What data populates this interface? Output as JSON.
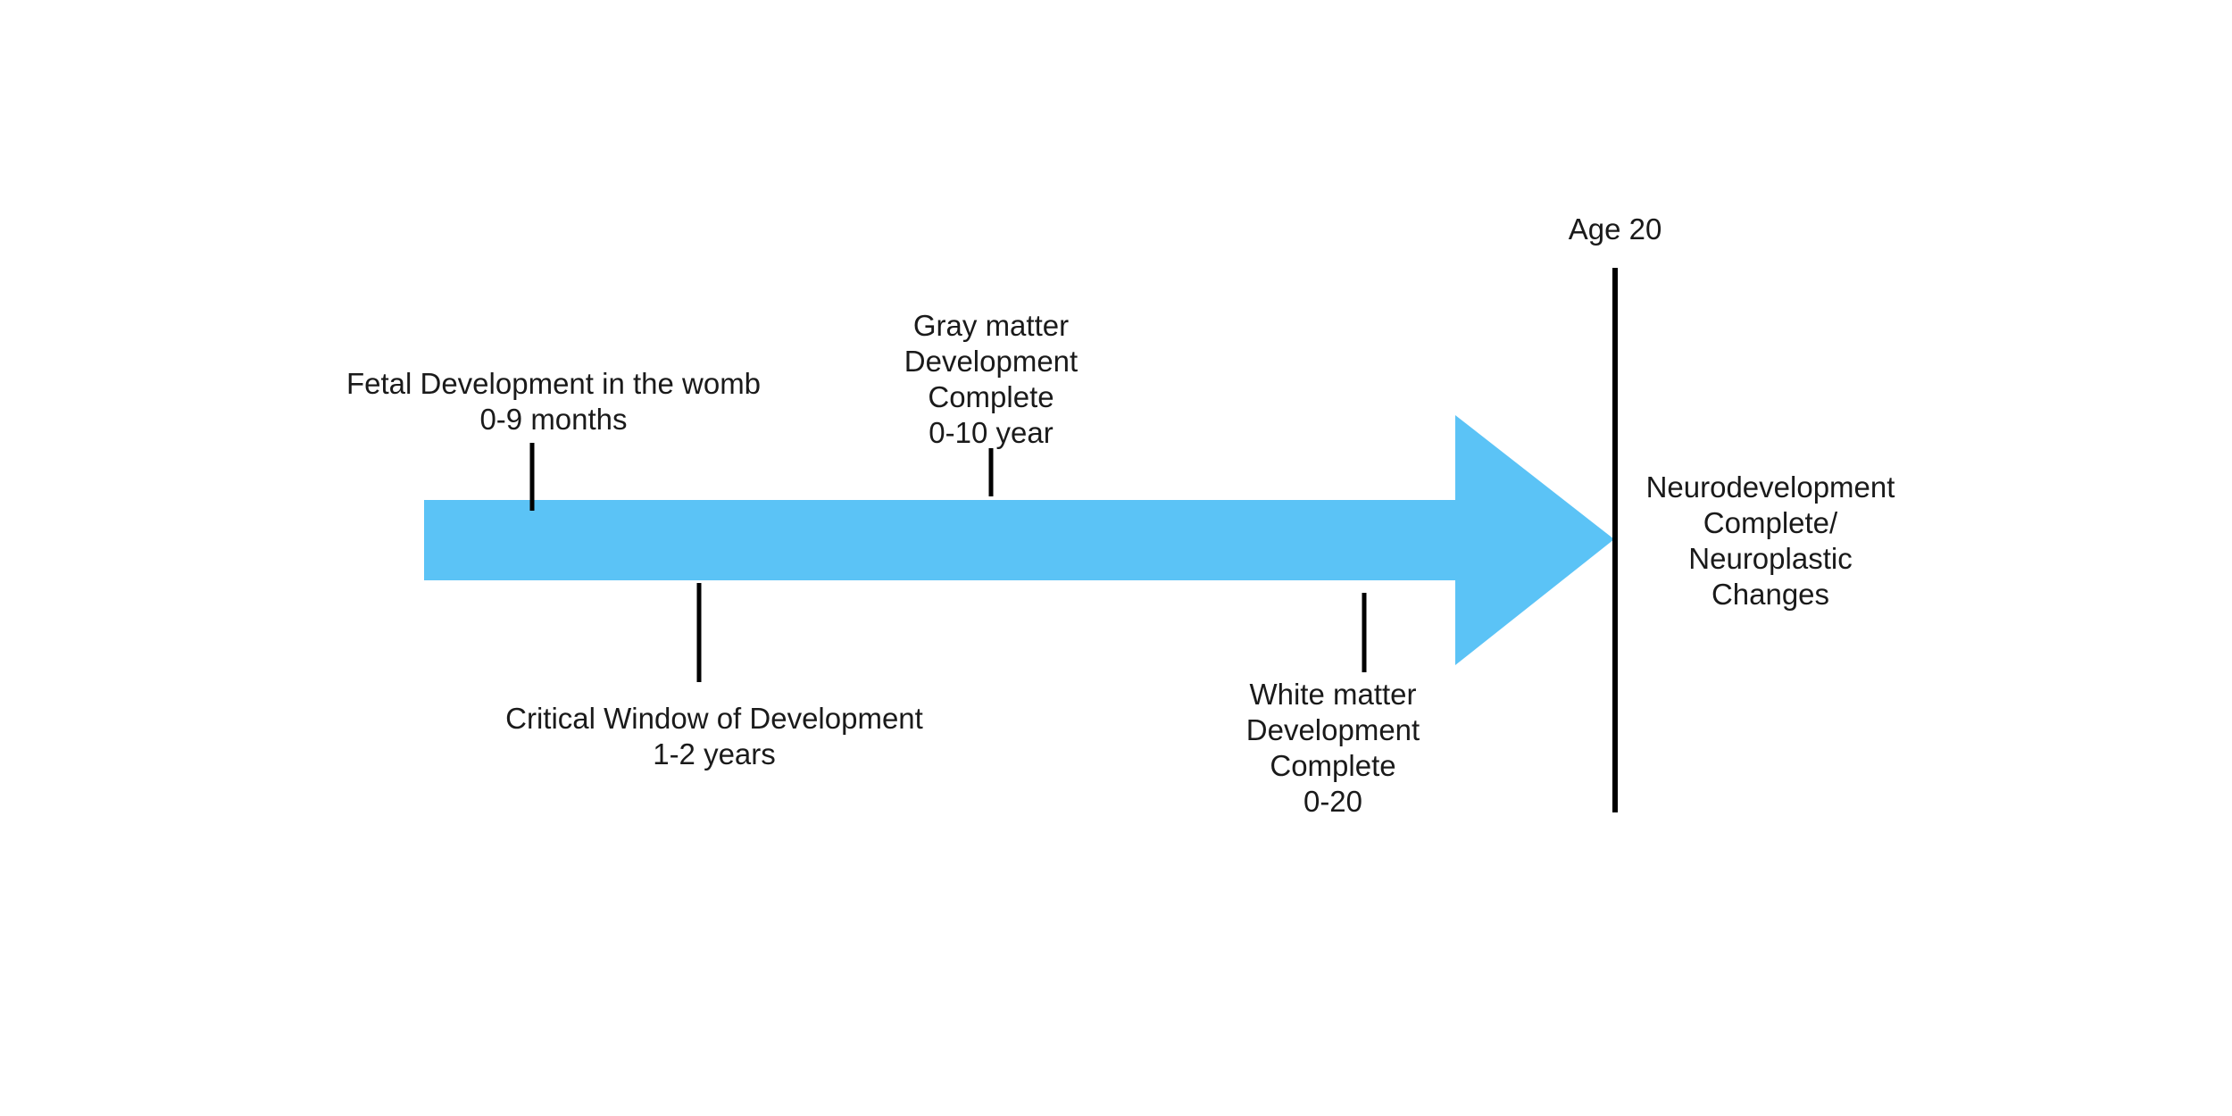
{
  "diagram": {
    "arrow_color": "#5bc3f6",
    "marker_color": "#000000",
    "text_color": "#1a1a1a",
    "end_marker": {
      "top_label": "Age 20",
      "side_label": [
        "Neurodevelopment",
        "Complete/",
        "Neuroplastic",
        "Changes"
      ]
    },
    "milestones": [
      {
        "id": "fetal",
        "lines": [
          "Fetal Development in the womb",
          "0-9 months"
        ]
      },
      {
        "id": "critical-window",
        "lines": [
          "Critical Window of Development",
          "1-2 years"
        ]
      },
      {
        "id": "gray-matter",
        "lines": [
          "Gray matter",
          "Development",
          "Complete",
          "0-10 year"
        ]
      },
      {
        "id": "white-matter",
        "lines": [
          "White matter",
          "Development",
          "Complete",
          "0-20"
        ]
      }
    ]
  }
}
